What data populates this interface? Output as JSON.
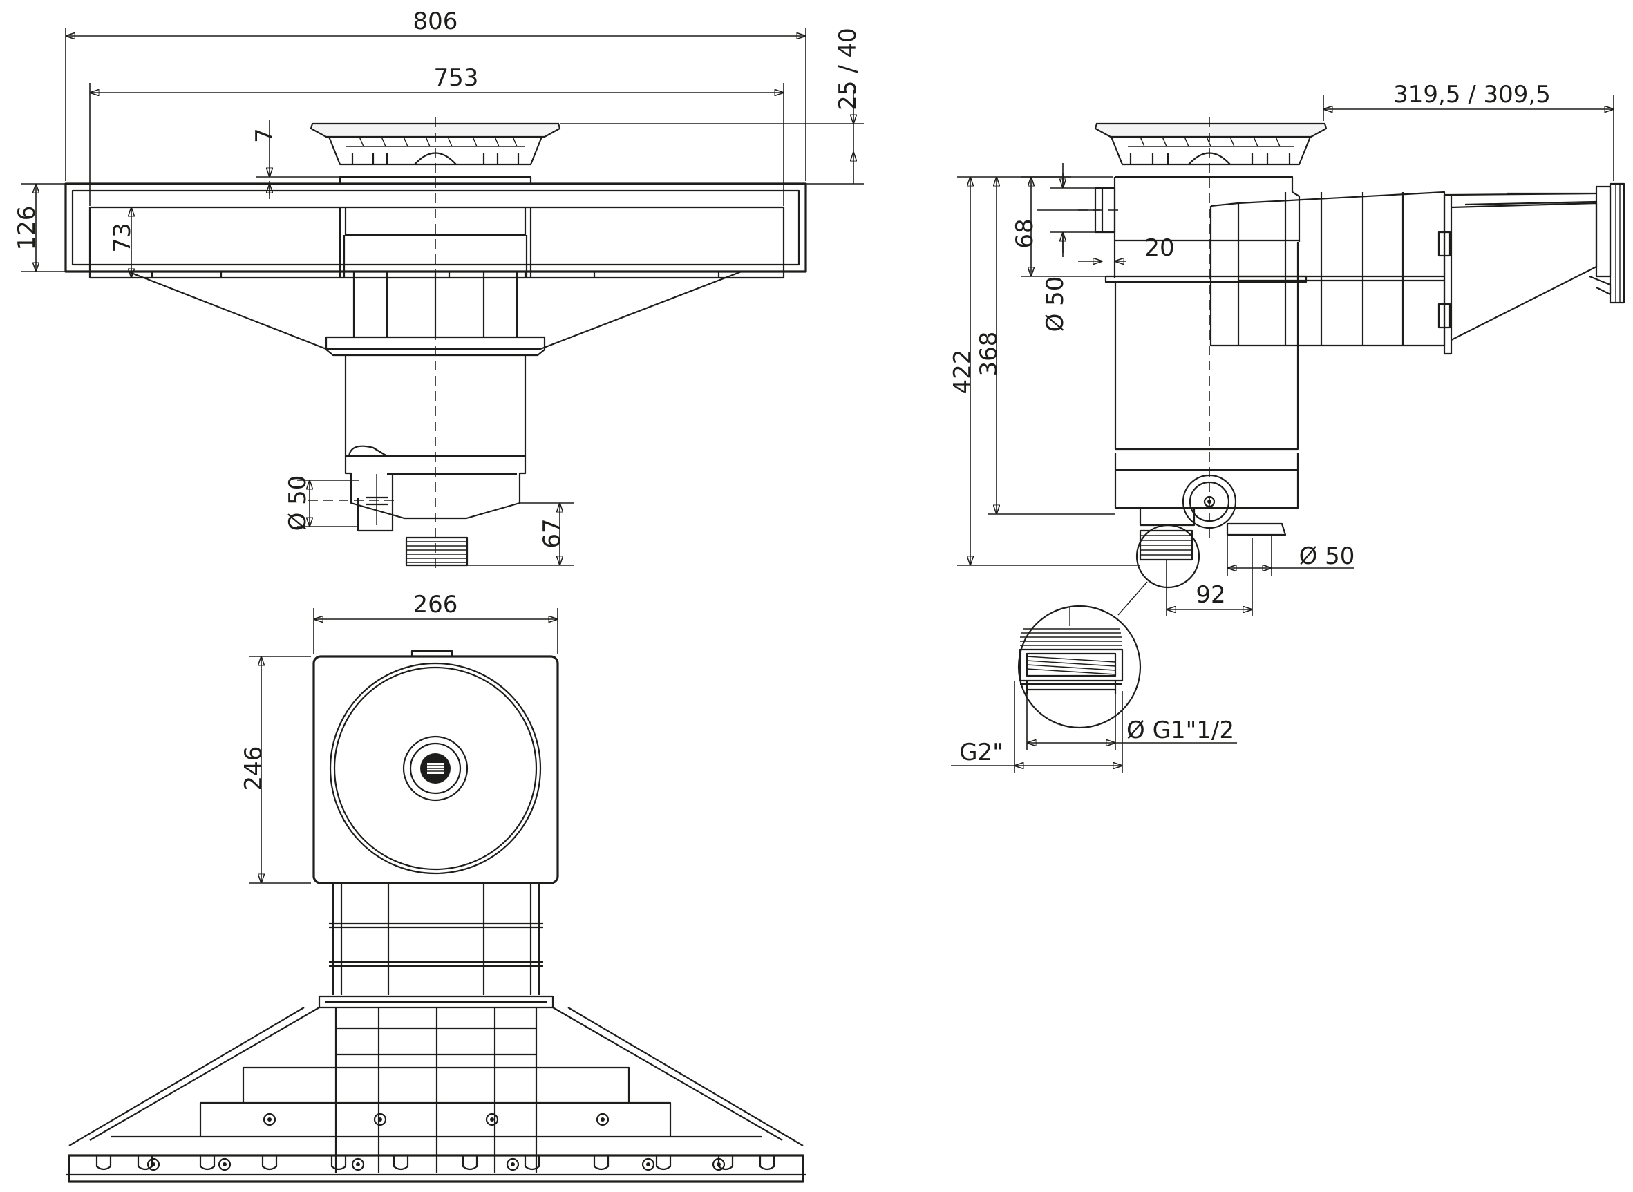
{
  "labels": {
    "width_overall": "806",
    "width_inner": "753",
    "flange_thickness": "7",
    "flange_height": "25 / 40",
    "body_height_front": "126",
    "mouth_height": "73",
    "outlet_diameter_front": "Ø 50",
    "outlet_drop": "67",
    "top_width": "266",
    "top_depth": "246",
    "extension_length": "319,5 / 309,5",
    "total_height": "422",
    "mid_height": "368",
    "side_inlet_height": "68",
    "side_inlet_offset": "20",
    "side_inlet_diameter": "Ø 50",
    "outlet_diameter_side": "Ø 50",
    "outlet_distance": "92",
    "thread_inner": "Ø G1\"1/2",
    "thread_outer": "G2\""
  },
  "colors": {
    "line": "#1d1d1b",
    "background": "#ffffff"
  }
}
